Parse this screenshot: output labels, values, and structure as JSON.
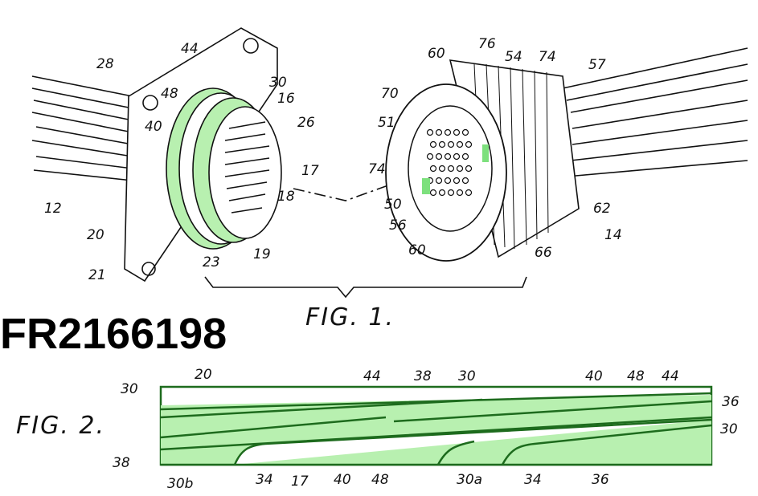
{
  "patent_number": "FR2166198",
  "colors": {
    "highlight_green": "#b8f0b0",
    "outline_green": "#1d6b1d",
    "ink": "#111111"
  },
  "fig1": {
    "title": "FIG. 1.",
    "labels": [
      "28",
      "44",
      "30",
      "48",
      "16",
      "40",
      "26",
      "17",
      "12",
      "20",
      "18",
      "19",
      "21",
      "23",
      "60",
      "76",
      "54",
      "74",
      "57",
      "70",
      "51",
      "74",
      "50",
      "56",
      "60",
      "62",
      "14",
      "66"
    ]
  },
  "fig2": {
    "title": "FIG. 2.",
    "labels": [
      "20",
      "30",
      "38",
      "44",
      "38",
      "30",
      "40",
      "48",
      "44",
      "36",
      "30",
      "30b",
      "34",
      "17",
      "40",
      "48",
      "30a",
      "34",
      "36"
    ]
  }
}
